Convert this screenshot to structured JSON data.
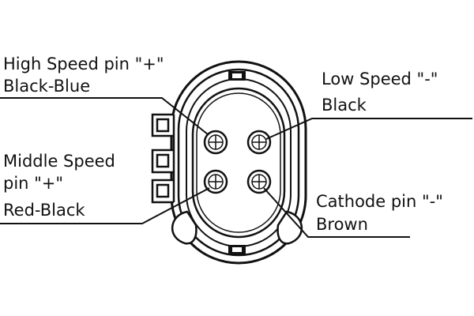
{
  "labels": {
    "high_speed_line1": "High Speed pin \"+\"",
    "high_speed_line2": "Black-Blue",
    "low_speed_line1": "Low Speed \"-\"",
    "low_speed_line2": "Black",
    "middle_speed_line1": "Middle Speed",
    "middle_speed_line2": "pin \"+\"",
    "middle_speed_line3": "Red-Black",
    "cathode_line1": "Cathode pin \"-\"",
    "cathode_line2": "Brown"
  }
}
